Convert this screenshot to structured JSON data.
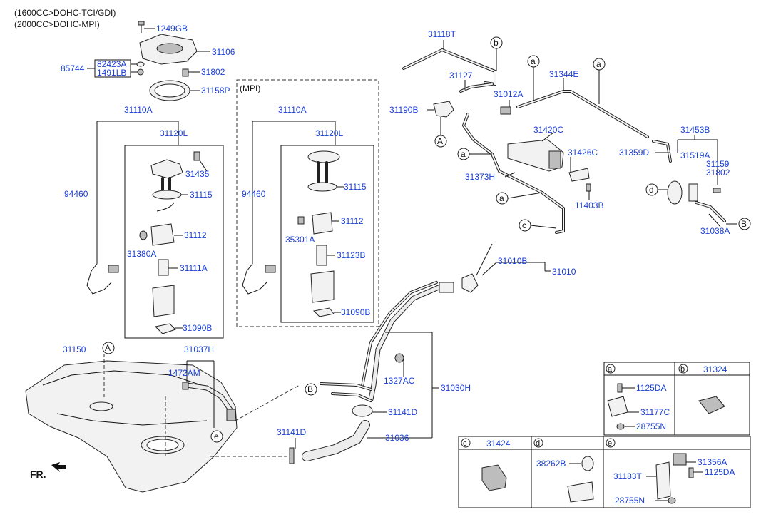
{
  "notes": [
    "(1600CC>DOHC-TCI/GDI)",
    "(2000CC>DOHC-MPI)"
  ],
  "sections": {
    "mpi": "(MPI)"
  },
  "fr_label": "FR.",
  "callouts": [
    "A",
    "B",
    "a",
    "b",
    "c",
    "d",
    "e"
  ],
  "legend": {
    "a": {
      "key": "a",
      "parts": [
        "1125DA",
        "31177C",
        "28755N"
      ]
    },
    "b": {
      "key": "b",
      "part": "31324"
    },
    "c": {
      "key": "c",
      "part": "31424"
    },
    "d": {
      "key": "d",
      "part": "38262B"
    },
    "e": {
      "key": "e",
      "parts": [
        "31356A",
        "1125DA",
        "31183T",
        "28755N"
      ]
    }
  },
  "labels": [
    "1249GB",
    "31106",
    "85744",
    "82423A",
    "1491LB",
    "31802",
    "31158P",
    "31110A",
    "31120L",
    "31435",
    "94460",
    "31115",
    "31112",
    "31380A",
    "31111A",
    "31090B",
    "31110A",
    "31120L",
    "94460",
    "31115",
    "31112",
    "35301A",
    "31123B",
    "31090B",
    "31118T",
    "31127",
    "31012A",
    "31190B",
    "31344E",
    "31420C",
    "31426C",
    "31373H",
    "11403B",
    "31359D",
    "31453B",
    "31519A",
    "31159",
    "31802",
    "31038A",
    "31010B",
    "31010",
    "31030H",
    "1327AC",
    "31141D",
    "31036",
    "31141D",
    "31150",
    "31037H",
    "1472AM"
  ]
}
